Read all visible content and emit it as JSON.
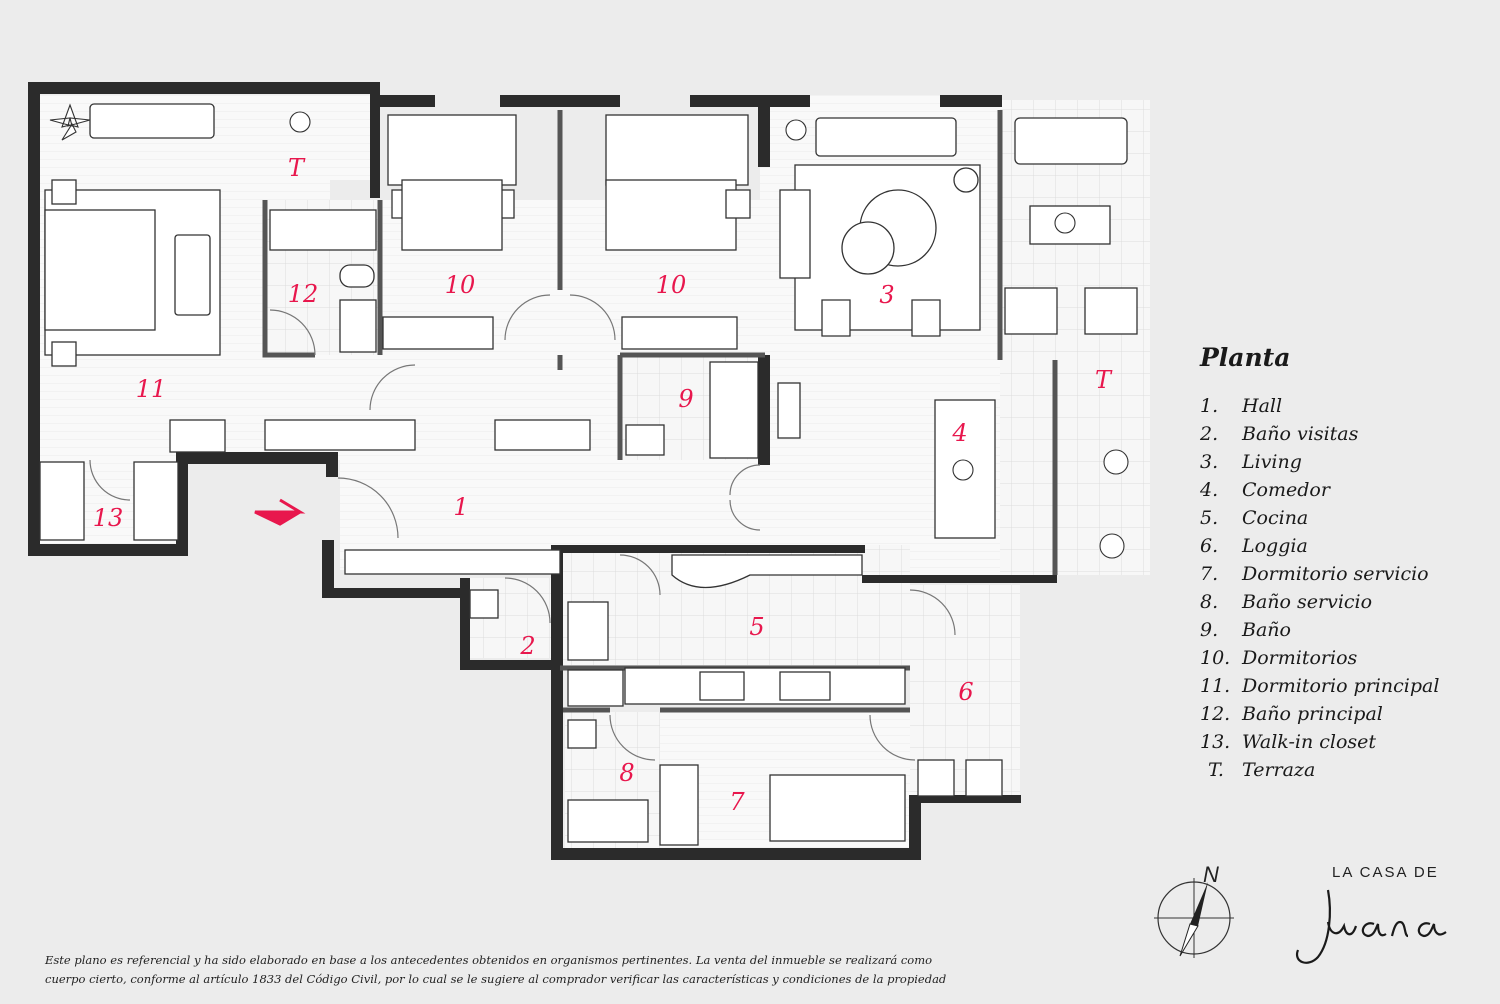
{
  "room_labels": [
    {
      "id": "hall",
      "text": "1"
    },
    {
      "id": "bano-visitas",
      "text": "2"
    },
    {
      "id": "living",
      "text": "3"
    },
    {
      "id": "comedor",
      "text": "4"
    },
    {
      "id": "cocina",
      "text": "5"
    },
    {
      "id": "loggia",
      "text": "6"
    },
    {
      "id": "dormitorio-servicio",
      "text": "7"
    },
    {
      "id": "bano-servicio",
      "text": "8"
    },
    {
      "id": "bano",
      "text": "9"
    },
    {
      "id": "dormitorio-a",
      "text": "10"
    },
    {
      "id": "dormitorio-b",
      "text": "10"
    },
    {
      "id": "dormitorio-principal",
      "text": "11"
    },
    {
      "id": "bano-principal",
      "text": "12"
    },
    {
      "id": "walk-in-closet",
      "text": "13"
    },
    {
      "id": "terraza-a",
      "text": "T"
    },
    {
      "id": "terraza-b",
      "text": "T"
    }
  ],
  "legend": {
    "title": "Planta",
    "items": [
      {
        "num": "1.",
        "label": "Hall"
      },
      {
        "num": "2.",
        "label": "Baño visitas"
      },
      {
        "num": "3.",
        "label": "Living"
      },
      {
        "num": "4.",
        "label": "Comedor"
      },
      {
        "num": "5.",
        "label": "Cocina"
      },
      {
        "num": "6.",
        "label": "Loggia"
      },
      {
        "num": "7.",
        "label": "Dormitorio servicio"
      },
      {
        "num": "8.",
        "label": "Baño servicio"
      },
      {
        "num": "9.",
        "label": "Baño"
      },
      {
        "num": "10.",
        "label": "Dormitorios"
      },
      {
        "num": "11.",
        "label": "Dormitorio principal"
      },
      {
        "num": "12.",
        "label": "Baño principal"
      },
      {
        "num": "13.",
        "label": "Walk-in closet"
      },
      {
        "num": "T.",
        "label": "Terraza"
      }
    ]
  },
  "disclaimer": {
    "line1": "Este plano es referencial y ha sido elaborado en base a los antecedentes obtenidos en organismos pertinentes.  La venta del inmueble se realizará como",
    "line2": "cuerpo cierto, conforme al artículo 1833 del Código Civil, por lo cual se le sugiere al comprador verificar las características y condiciones de la propiedad"
  },
  "compass": {
    "north_label": "N"
  },
  "brand": {
    "top": "LA CASA DE",
    "script": "Juana"
  },
  "colors": {
    "accent": "#e8174d",
    "wall": "#2b2b2b",
    "background": "#ececec",
    "floor": "#f7f7f7"
  }
}
